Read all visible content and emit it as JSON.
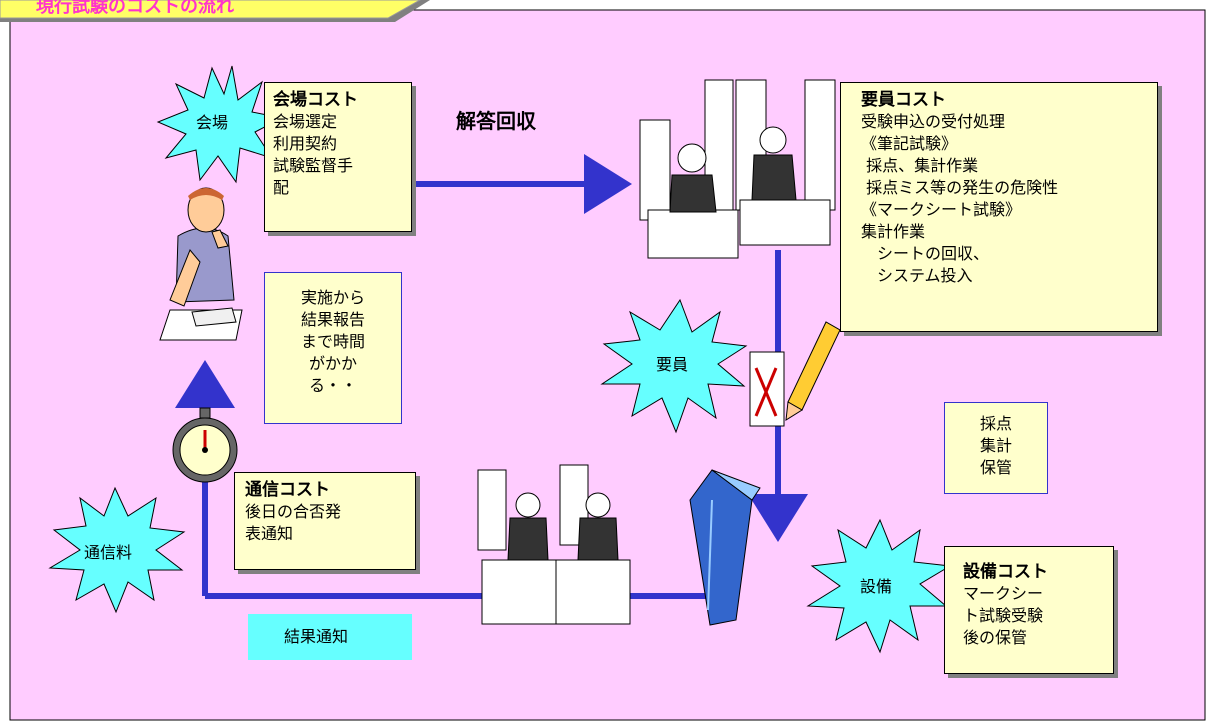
{
  "header": {
    "title": "現行試験のコストの流れ"
  },
  "bursts": {
    "venue": "会場",
    "staff": "要員",
    "comm": "通信料",
    "equip": "設備"
  },
  "venue_cost": {
    "title": "会場コスト",
    "lines": [
      "会場選定",
      "利用契約",
      "試験監督手",
      "配"
    ]
  },
  "collect_label": "解答回収",
  "staff_cost": {
    "title": "要員コスト",
    "lines": [
      "受験申込の受付処理",
      "《筆記試験》",
      " 採点、集計作業",
      " 採点ミス等の発生の危険性",
      "《マークシート試験》",
      "集計作業",
      "　シートの回収、",
      "　システム投入"
    ]
  },
  "time_note": {
    "lines": [
      "実施から",
      "結果報告",
      "まで時間",
      "がかか",
      "る・・"
    ]
  },
  "process_box": {
    "lines": [
      "採点",
      "集計",
      "保管"
    ]
  },
  "comm_cost": {
    "title": "通信コスト",
    "lines": [
      "後日の合否発",
      "表通知"
    ]
  },
  "equip_cost": {
    "title": "設備コスト",
    "lines": [
      "マークシー",
      "ト試験受験",
      "後の保管"
    ]
  },
  "result_label": "結果通知",
  "colors": {
    "panel": "#ffccff",
    "arrow": "#3333cc",
    "burst": "#66ffff",
    "note": "#ffffcc",
    "header": "#ffff66",
    "header_text": "#ff33cc"
  }
}
